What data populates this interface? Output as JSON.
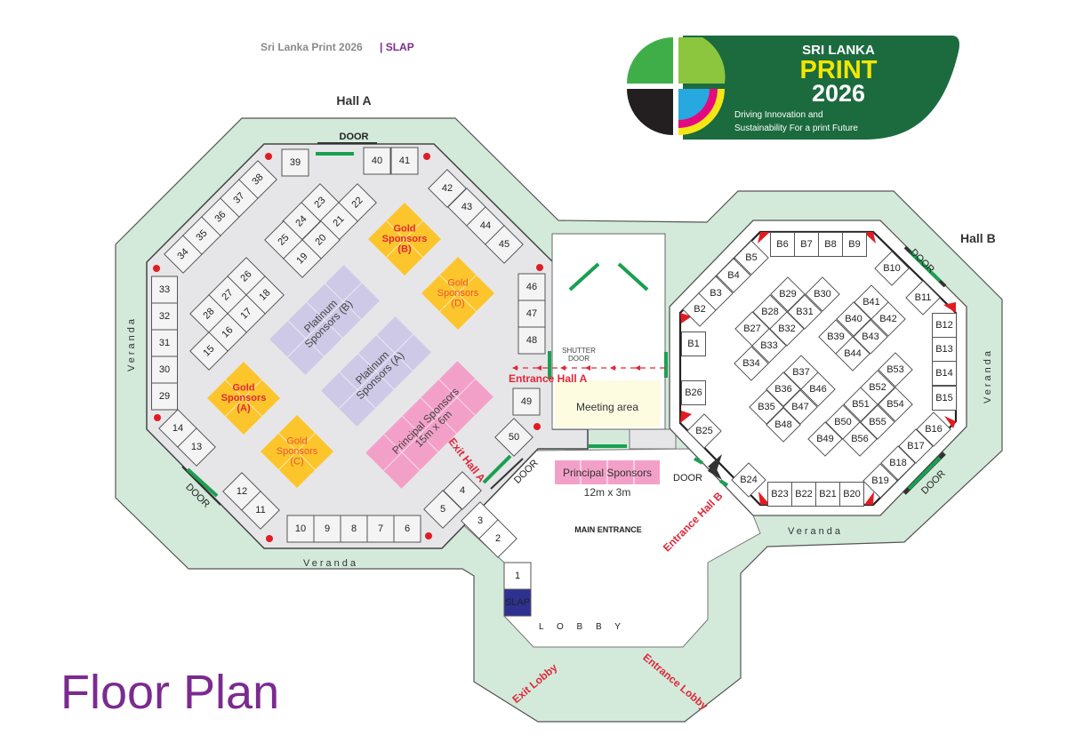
{
  "header": {
    "event": "Sri Lanka Print 2026",
    "org": "| SLAP"
  },
  "logo": {
    "line1": "SRI LANKA",
    "line2": "PRINT",
    "line3": "2026",
    "tagline1": "Driving Innovation and",
    "tagline2": "Sustainability For a  print Future"
  },
  "colors": {
    "veranda": "#d3eadb",
    "hall_a_floor": "#e6e6e8",
    "gold": "#fdc52c",
    "platinum": "#cdc9e6",
    "principal": "#f3a0c9",
    "door": "#1aa050",
    "accent_red": "#e0283a",
    "slap": "#2e3192",
    "title_purple": "#7b2b8f"
  },
  "hall_a": {
    "title": "Hall A",
    "booths": [
      "39",
      "40",
      "41",
      "42",
      "43",
      "44",
      "45",
      "34",
      "35",
      "36",
      "37",
      "38",
      "33",
      "32",
      "31",
      "30",
      "29",
      "14",
      "13",
      "12",
      "11",
      "10",
      "9",
      "8",
      "7",
      "6",
      "46",
      "47",
      "48",
      "49",
      "50",
      "4",
      "5",
      "23",
      "22",
      "24",
      "21",
      "25",
      "20",
      "19",
      "26",
      "27",
      "18",
      "28",
      "17",
      "16",
      "15"
    ],
    "gold": [
      {
        "lines": [
          "Gold",
          "Sponsors",
          "(B)"
        ]
      },
      {
        "lines": [
          "Gold",
          "Sponsors",
          "(D)"
        ]
      },
      {
        "lines": [
          "Gold",
          "Sponsors",
          "(A)"
        ]
      },
      {
        "lines": [
          "Gold",
          "Sponsors",
          "(C)"
        ]
      }
    ],
    "platinum_b": [
      "Platinum",
      "Sponsors (B)"
    ],
    "platinum_a": [
      "Platinum",
      "Sponsors (A)"
    ],
    "principal": [
      "Principal Sponsors",
      "15m x 6m"
    ],
    "door_top": "DOOR",
    "door_left": "DOOR",
    "door_exit": "DOOR",
    "exit_label": "Exit Hall A",
    "veranda_left": "Veranda",
    "veranda_bottom": "Veranda"
  },
  "center": {
    "shutter_line1": "SHUTTER",
    "shutter_line2": "DOOR",
    "entrance_hall_a": "Entrance Hall A",
    "meeting_area": "Meeting area",
    "principal_label": "Principal Sponsors",
    "principal_size": "12m x 3m",
    "main_entrance": "MAIN ENTRANCE"
  },
  "lobby": {
    "booths": [
      "3",
      "2",
      "1"
    ],
    "slap": "SLAP",
    "label": "L O B B Y",
    "exit": "Exit Lobby",
    "entrance": "Entrance Lobby"
  },
  "hall_b": {
    "title": "Hall B",
    "booths": [
      "B1",
      "B2",
      "B3",
      "B4",
      "B5",
      "B6",
      "B7",
      "B8",
      "B9",
      "B10",
      "B11",
      "B12",
      "B13",
      "B14",
      "B15",
      "B16",
      "B17",
      "B18",
      "B19",
      "B20",
      "B21",
      "B22",
      "B23",
      "B24",
      "B25",
      "B26",
      "B27",
      "B28",
      "B29",
      "B30",
      "B31",
      "B32",
      "B33",
      "B34",
      "B35",
      "B36",
      "B37",
      "B39",
      "B40",
      "B41",
      "B42",
      "B43",
      "B44",
      "B46",
      "B47",
      "B48",
      "B49",
      "B50",
      "B51",
      "B52",
      "B53",
      "B54",
      "B55",
      "B56"
    ],
    "door_entrance": "DOOR",
    "door_top_right": "DOOR",
    "door_bottom_right": "DOOR",
    "entrance_label": "Entrance Hall B",
    "veranda_right": "Veranda",
    "veranda_bottom": "Veranda"
  },
  "page_title": "Floor Plan"
}
